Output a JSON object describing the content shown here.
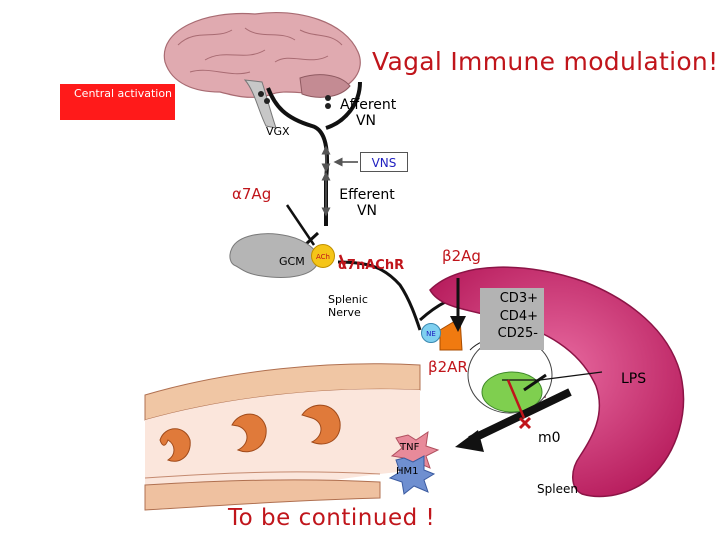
{
  "title": "Vagal Immune modulation!",
  "central_activation": "Central activation",
  "afferent_vn": "Afferent VN",
  "vgx": "VGX",
  "vns": "VNS",
  "alpha7ag": "α7Ag",
  "efferent_vn": "Efferent VN",
  "gcm": "GCM",
  "ach": "ACh",
  "alpha7nachr": "α7nAChR",
  "beta2ag": "β2Ag",
  "splenic_nerve": "Splenic Nerve",
  "cd_markers": [
    "CD3+",
    "CD4+",
    "CD25-"
  ],
  "ne": "NE",
  "beta2ar": "β2AR",
  "lps": "LPS",
  "m0": "m0",
  "tnf": "TNF",
  "hm1": "HM1",
  "spleen": "Spleen",
  "to_be_continued": "To be continued !",
  "colors": {
    "accent_red": "#c0151b",
    "central_box": "#ff1a1a",
    "spleen_pink": "#cc2a6e",
    "vns_text": "#1f1fc0",
    "ach_yellow": "#f5c518",
    "ne_orange": "#f07a10",
    "vessel_wall": "#e9b08c"
  }
}
